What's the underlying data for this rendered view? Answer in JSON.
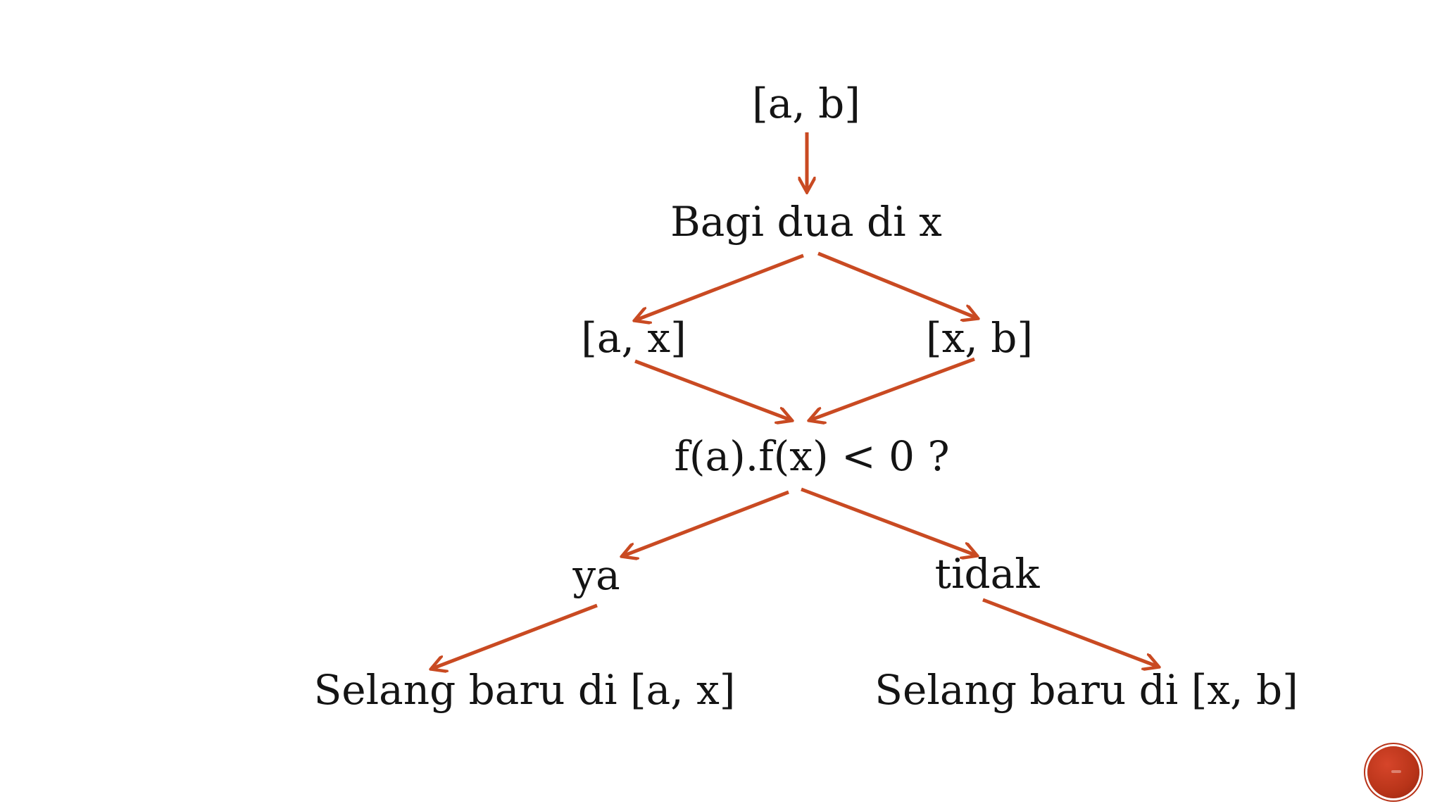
{
  "diagram": {
    "arrow_color": "#c94a22",
    "text_color": "#141414",
    "nodes": {
      "start": "[a, b]",
      "bisect": "Bagi dua di x",
      "left_interval": "[a, x]",
      "right_interval": "[x, b]",
      "condition": "f(a).f(x) < 0 ?",
      "yes": "ya",
      "no": "tidak",
      "new_left": "Selang baru di [a, x]",
      "new_right": "Selang baru di [x, b]"
    }
  },
  "badge": {
    "color": "#b83419"
  }
}
